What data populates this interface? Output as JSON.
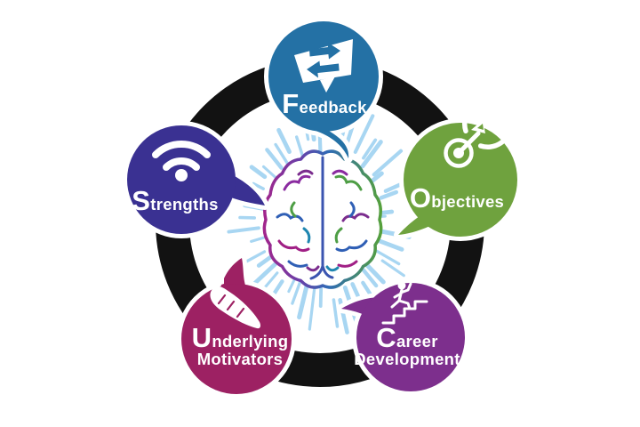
{
  "diagram": {
    "background": "#FFFFFF",
    "ring_color": "#121212",
    "rays_color": "#A8D6F2",
    "center": {
      "icon": "brain-icon"
    },
    "bubbles": [
      {
        "name": "feedback",
        "label": "Feedback",
        "initial": "F",
        "rest": "eedback",
        "icon": "chat-exchange-arrows-icon",
        "color": "#2471A5"
      },
      {
        "name": "objectives",
        "label": "Objectives",
        "initial": "O",
        "rest": "bjectives",
        "icon": "dartboard-target-icon",
        "color": "#6FA23E"
      },
      {
        "name": "career-development",
        "label": "Career Development",
        "initial": "C",
        "rest": "areer",
        "line2": "Development",
        "icon": "person-climbing-stairs-icon",
        "color": "#7D2F8D"
      },
      {
        "name": "underlying-motivators",
        "label": "Underlying Motivators",
        "initial": "U",
        "rest": "nderlying",
        "line2": "Motivators",
        "icon": "carrot-icon",
        "color": "#9D2163"
      },
      {
        "name": "strengths",
        "label": "Strengths",
        "initial": "S",
        "rest": "trengths",
        "icon": "wifi-signal-icon",
        "color": "#3A3192"
      }
    ]
  }
}
